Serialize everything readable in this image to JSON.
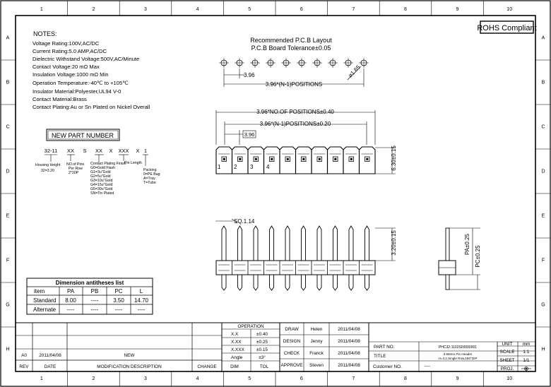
{
  "grid": {
    "columns": [
      "1",
      "2",
      "3",
      "4",
      "5",
      "6",
      "7",
      "8",
      "9",
      "10"
    ],
    "rows": [
      "A",
      "B",
      "C",
      "D",
      "E",
      "F",
      "G",
      "H"
    ]
  },
  "rohs": "ROHS Compliant",
  "notes": {
    "title": "NOTES:",
    "lines": [
      "Voltage Rating:100V,AC/DC",
      "Current Rating:5.0 AMP,AC/DC",
      "Dielectric Withstand Voltage:500V,AC/Minute",
      "Contact Voltage:20 mΩ Max",
      "Insulation Voltage:1000 mΩ Min",
      "Operation Temperature:-40℃ to +105℃",
      "Insulator Material:Polyester,UL94 V-0",
      "Contact Material:Brass",
      "Contact Plating:Au or Sn Plated on Nickel Overall"
    ]
  },
  "part_number": {
    "title": "NEW PART NUMBER",
    "code": [
      "32-11",
      "XX",
      "S",
      "XX",
      "X",
      "XXX",
      "X",
      "1"
    ],
    "housing": [
      "Housing Height",
      "32=3.20"
    ],
    "pins": [
      "NO.of Pins",
      "Per Row",
      "2*20P"
    ],
    "plating": [
      "Contact Plating Finish",
      "G0=Gold Flash",
      "G1=3u\"Gold",
      "G2=5u\"Gold",
      "G3=10u\"Gold",
      "G4=15u\"Gold",
      "G5=30u\"Gold",
      "SN=Tin Plated"
    ],
    "pin_length": "Pin Length",
    "packing": [
      "Packing",
      "0=PE Bag",
      "A=Tray",
      "T=Tube"
    ]
  },
  "pcb": {
    "title": "Recommended P.C.B Layout",
    "subtitle": "P.C.B Board Tolerance±0.05",
    "hole_count": 10,
    "pitch_label": "3.96",
    "hole_label": "⌀1.65",
    "span_label": "3.96*(N-1)POSITIONS"
  },
  "top_view": {
    "dim_total": "3.96*NO.OF POSITIONS±0.40",
    "dim_span": "3.96*(N-1)POSITIONS±0.20",
    "dim_pitch": "3.96",
    "dim_height": "6.30±0.15",
    "position_numbers": [
      "1",
      "2",
      "3",
      "4"
    ],
    "position_count": 10
  },
  "side_view": {
    "sq_label": "SQ.1.14",
    "height_label": "3.20±0.15",
    "pa_label": "PA±0.25",
    "pc_label": "PC±0.25",
    "pin_count": 10
  },
  "dim_table": {
    "title": "Dimension antitheses list",
    "headers": [
      "item",
      "PA",
      "PB",
      "PC",
      "L"
    ],
    "rows": [
      [
        "Standard",
        "8.00",
        "----",
        "3.50",
        "14.70"
      ],
      [
        "Alternate",
        "----",
        "----",
        "----",
        "----"
      ]
    ]
  },
  "title_block": {
    "revision": {
      "rev": "A0",
      "date": "2011/04/08",
      "desc": "NEW"
    },
    "headers": {
      "rev": "REV",
      "date": "DATE",
      "desc": "MODIFICATION DESCRIPTION",
      "change": "CHANGE"
    },
    "operation": {
      "title": "OPERATION",
      "rows": [
        [
          "X.X",
          "±0.40"
        ],
        [
          "X.XX",
          "±0.25"
        ],
        [
          "X.XXX",
          "±0.15"
        ],
        [
          "Angle",
          "±3°"
        ]
      ],
      "footer": [
        "DIM",
        "TOL"
      ]
    },
    "signoff": [
      [
        "DRAW",
        "Helen",
        "2011/04/08"
      ],
      [
        "DESIGN",
        "Jenny",
        "2011/04/08"
      ],
      [
        "CHECK",
        "Franck",
        "2011/04/08"
      ],
      [
        "APPROVE",
        "Steven",
        "2011/04/08"
      ]
    ],
    "part_no_label": "PART NO.",
    "part_no_value": "PHC32-1102S00000001",
    "title_label": "TITLE",
    "title_value": "3.96mm  Pin Header",
    "title_value2": "H=3.2,Single Row,180°DIP",
    "customer_label": "Customer  NO.",
    "customer_value": "----",
    "unit_label": "UNIT",
    "unit_value": "mm",
    "scale_label": "SCALE",
    "scale_value": "1:1",
    "sheet_label": "SHEET",
    "sheet_value": "1/1",
    "proj_label": "PROJ."
  }
}
